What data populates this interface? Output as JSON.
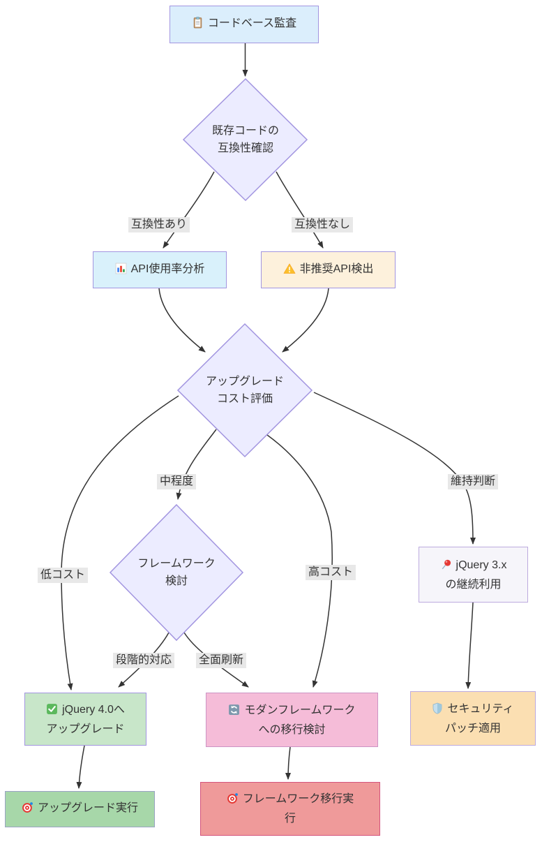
{
  "diagram": {
    "kind": "flowchart",
    "background": "#ffffff"
  },
  "colors": {
    "text": "#333333",
    "edge_color": "#333333",
    "label_bg": "#e8e8e8",
    "border_purple": "#a295e0",
    "border_light_purple": "#bcaade",
    "border_pink": "#cc93c4",
    "border_deep_pink": "#d4547c",
    "border_gray_blue": "#9aa3c4",
    "fill_audit": "#dbeefc",
    "fill_diamond": "#ececff",
    "fill_api": "#d9f1fb",
    "fill_warn": "#fdf1dc",
    "fill_keep": "#f6f5fa",
    "fill_upgrade": "#c8e6c9",
    "fill_modern": "#f5bcd8",
    "fill_patch": "#fbdfb2",
    "fill_exec_upgrade": "#a7d7a9",
    "fill_exec_migrate": "#ef9a9a"
  },
  "nodes": {
    "audit": {
      "label": "コードベース監査",
      "icon": "clipboard-icon",
      "shape": "rect"
    },
    "compat_check": {
      "label": "既存コードの\n互換性確認",
      "shape": "diamond"
    },
    "api_analysis": {
      "label": "API使用率分析",
      "icon": "bar-chart-icon",
      "shape": "rect"
    },
    "deprecated_detect": {
      "label": "非推奨API検出",
      "icon": "warning-icon",
      "shape": "rect"
    },
    "cost_eval": {
      "label": "アップグレード\nコスト評価",
      "shape": "diamond"
    },
    "framework_consider": {
      "label": "フレームワーク\n検討",
      "shape": "diamond"
    },
    "keep_3x": {
      "label": "jQuery 3.x\nの継続利用",
      "icon": "pushpin-icon",
      "shape": "rect"
    },
    "upgrade_40": {
      "label": "jQuery 4.0へ\nアップグレード",
      "icon": "check-icon",
      "shape": "rect"
    },
    "modern_migrate": {
      "label": "モダンフレームワーク\nへの移行検討",
      "icon": "refresh-icon",
      "shape": "rect"
    },
    "security_patch": {
      "label": "セキュリティ\nパッチ適用",
      "icon": "shield-icon",
      "shape": "rect"
    },
    "exec_upgrade": {
      "label": "アップグレード実行",
      "icon": "target-icon",
      "shape": "rect"
    },
    "exec_migrate": {
      "label": "フレームワーク移行実\n行",
      "icon": "target-icon",
      "shape": "rect"
    }
  },
  "edges": [
    {
      "from": "audit",
      "to": "compat_check",
      "label": ""
    },
    {
      "from": "compat_check",
      "to": "api_analysis",
      "label": "互換性あり"
    },
    {
      "from": "compat_check",
      "to": "deprecated_detect",
      "label": "互換性なし"
    },
    {
      "from": "api_analysis",
      "to": "cost_eval",
      "label": ""
    },
    {
      "from": "deprecated_detect",
      "to": "cost_eval",
      "label": ""
    },
    {
      "from": "cost_eval",
      "to": "upgrade_40",
      "label": "低コスト"
    },
    {
      "from": "cost_eval",
      "to": "framework_consider",
      "label": "中程度"
    },
    {
      "from": "cost_eval",
      "to": "modern_migrate",
      "label": "高コスト"
    },
    {
      "from": "cost_eval",
      "to": "keep_3x",
      "label": "維持判断"
    },
    {
      "from": "framework_consider",
      "to": "upgrade_40",
      "label": "段階的対応"
    },
    {
      "from": "framework_consider",
      "to": "modern_migrate",
      "label": "全面刷新"
    },
    {
      "from": "upgrade_40",
      "to": "exec_upgrade",
      "label": ""
    },
    {
      "from": "modern_migrate",
      "to": "exec_migrate",
      "label": ""
    },
    {
      "from": "keep_3x",
      "to": "security_patch",
      "label": ""
    }
  ]
}
